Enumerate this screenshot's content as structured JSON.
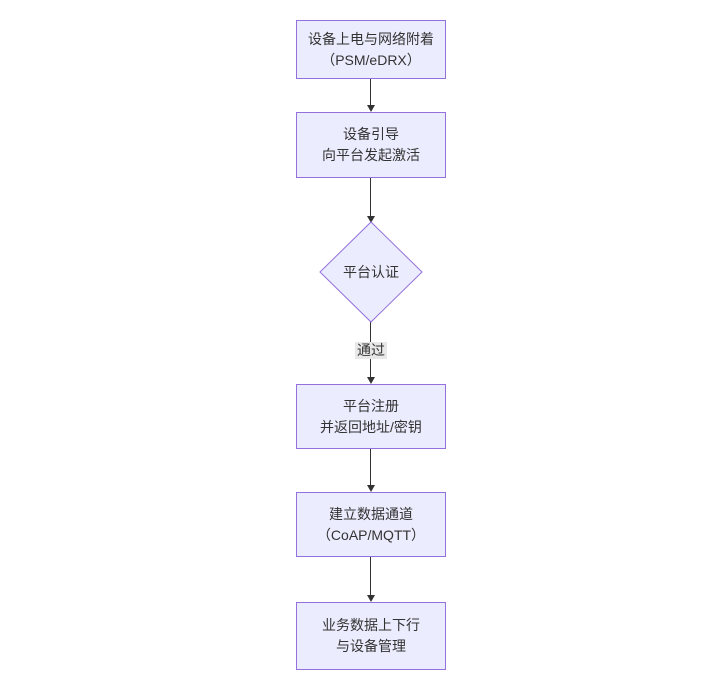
{
  "diagram": {
    "type": "flowchart",
    "direction": "top-down",
    "nodes": [
      {
        "id": "A",
        "shape": "rect",
        "lines": [
          "设备上电与网络附着",
          "（PSM/eDRX）"
        ]
      },
      {
        "id": "B",
        "shape": "rect",
        "lines": [
          "设备引导",
          "向平台发起激活"
        ]
      },
      {
        "id": "C",
        "shape": "diamond",
        "lines": [
          "平台认证"
        ]
      },
      {
        "id": "D",
        "shape": "rect",
        "lines": [
          "平台注册",
          "并返回地址/密钥"
        ]
      },
      {
        "id": "E",
        "shape": "rect",
        "lines": [
          "建立数据通道",
          "（CoAP/MQTT）"
        ]
      },
      {
        "id": "F",
        "shape": "rect",
        "lines": [
          "业务数据上下行",
          "与设备管理"
        ]
      }
    ],
    "edges": [
      {
        "from": "A",
        "to": "B"
      },
      {
        "from": "B",
        "to": "C"
      },
      {
        "from": "C",
        "to": "D",
        "label": "通过"
      },
      {
        "from": "D",
        "to": "E"
      },
      {
        "from": "E",
        "to": "F"
      }
    ]
  },
  "colors": {
    "node_fill": "#ECECFF",
    "node_border": "#9370DB",
    "text_color": "#333333",
    "arrow_color": "#333333",
    "edge_label_bg": "#e8e8e8",
    "page_bg": "#ffffff"
  }
}
